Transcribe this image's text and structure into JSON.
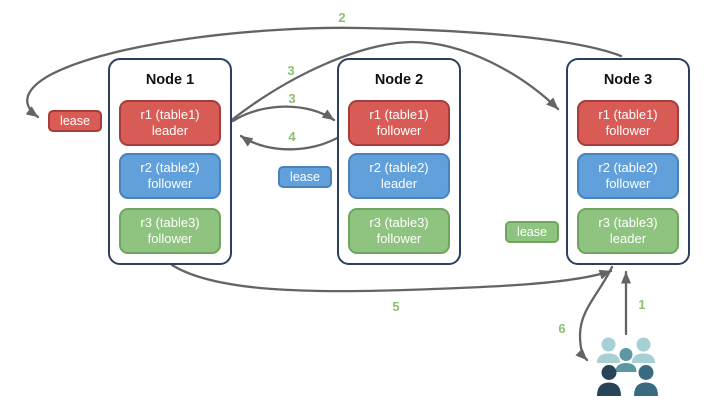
{
  "colors": {
    "canvas": "#ffffff",
    "red-fill": "#d85b55",
    "red-border": "#a63d3b",
    "blue-fill": "#61a0db",
    "blue-border": "#4a82bc",
    "green-fill": "#8fc480",
    "green-border": "#6fa55e",
    "node-border": "#2c4160",
    "arrow": "#646464",
    "step": "#8fbf72",
    "user-light": "#a6d0d4",
    "user-mid": "#5e97a4",
    "user-dark-left": "#274459",
    "user-dark-right": "#3a6a80"
  },
  "nodes": [
    {
      "title": "Node 1",
      "replicas": [
        {
          "range": "r1 (table1)",
          "role": "leader",
          "color": "red"
        },
        {
          "range": "r2 (table2)",
          "role": "follower",
          "color": "blue"
        },
        {
          "range": "r3 (table3)",
          "role": "follower",
          "color": "green"
        }
      ]
    },
    {
      "title": "Node 2",
      "replicas": [
        {
          "range": "r1 (table1)",
          "role": "follower",
          "color": "red"
        },
        {
          "range": "r2 (table2)",
          "role": "leader",
          "color": "blue"
        },
        {
          "range": "r3 (table3)",
          "role": "follower",
          "color": "green"
        }
      ]
    },
    {
      "title": "Node 3",
      "replicas": [
        {
          "range": "r1 (table1)",
          "role": "follower",
          "color": "red"
        },
        {
          "range": "r2 (table2)",
          "role": "follower",
          "color": "blue"
        },
        {
          "range": "r3 (table3)",
          "role": "leader",
          "color": "green"
        }
      ]
    }
  ],
  "leases": [
    {
      "label": "lease",
      "color": "red"
    },
    {
      "label": "lease",
      "color": "blue"
    },
    {
      "label": "lease",
      "color": "green"
    }
  ],
  "steps": {
    "s1": "1",
    "s2": "2",
    "s3a": "3",
    "s3b": "3",
    "s4": "4",
    "s5": "5",
    "s6": "6"
  },
  "icons": {
    "clients": "users-group"
  }
}
